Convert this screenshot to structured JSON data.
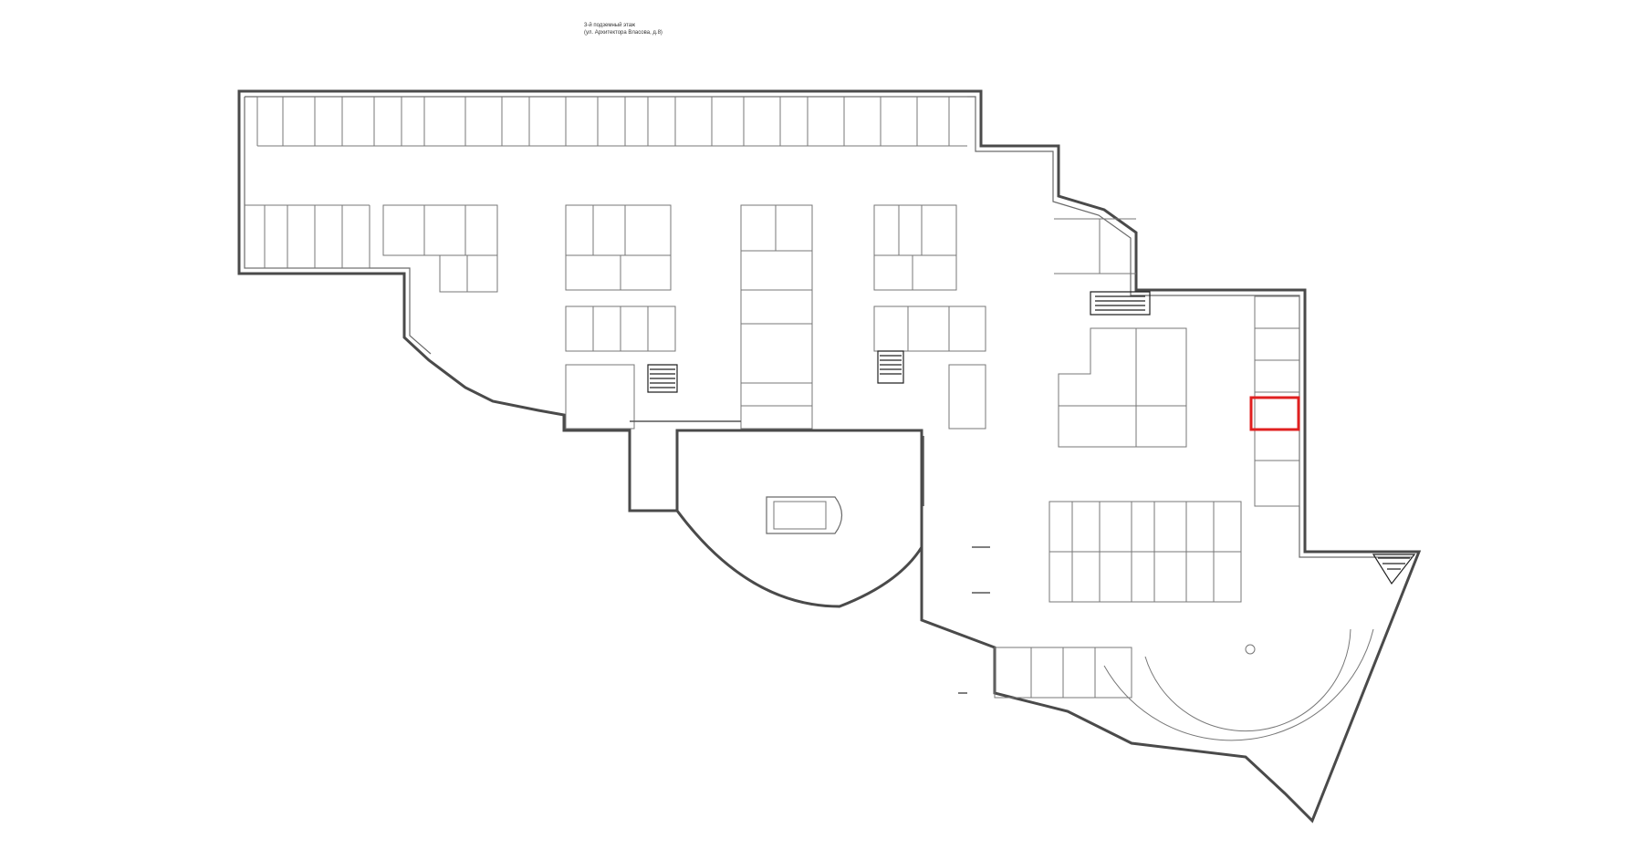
{
  "title": {
    "line1": "3-й подземный этаж",
    "line2": "(ул. Архитектора Власова, д.8)"
  },
  "footnote": "",
  "highlight": {
    "color": "#e02020"
  },
  "plan": {
    "name": "basement-floor-plan"
  }
}
